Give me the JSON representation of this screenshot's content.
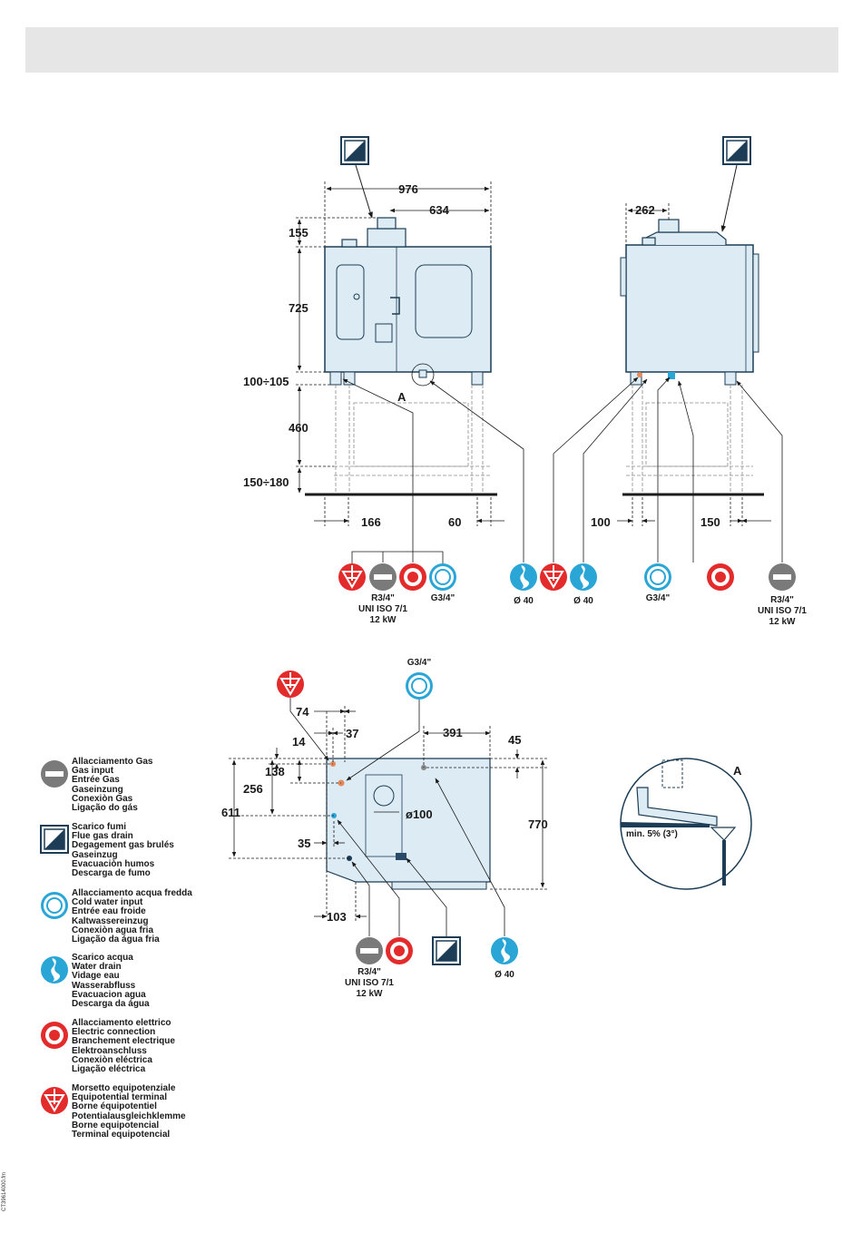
{
  "front_view": {
    "dims": {
      "width": "976",
      "offset_634": "634",
      "h155": "155",
      "h725": "725",
      "h100_105": "100÷105",
      "h460": "460",
      "h150_180": "150÷180",
      "d166": "166",
      "d60": "60"
    },
    "detail_marker": "A",
    "connections": {
      "gas_size": "R3/4\"",
      "gas_std": "UNI ISO 7/1",
      "gas_power": "12 kW",
      "water_size": "G3/4\"",
      "drain_size": "Ø 40"
    }
  },
  "side_view": {
    "dims": {
      "d262": "262",
      "d100": "100",
      "d150": "150"
    },
    "connections": {
      "drain_size": "Ø 40",
      "water_size": "G3/4\"",
      "gas_size": "R3/4\"",
      "gas_std": "UNI ISO 7/1",
      "gas_power": "12 kW"
    }
  },
  "plan_view": {
    "dims": {
      "d74": "74",
      "d37": "37",
      "d391": "391",
      "d45": "45",
      "d14": "14",
      "d138": "138",
      "d256": "256",
      "d611": "611",
      "d35": "35",
      "d103": "103",
      "d770": "770",
      "flue_dia": "ø100"
    },
    "connections": {
      "water_size": "G3/4\"",
      "gas_size": "R3/4\"",
      "gas_std": "UNI ISO 7/1",
      "gas_power": "12 kW",
      "drain_size": "Ø 40"
    }
  },
  "detail_a": {
    "label": "A",
    "slope": "min. 5% (3°)"
  },
  "legend": [
    {
      "icon": "gas-icon",
      "lines": [
        "Allacciamento Gas",
        "Gas input",
        "Entrée Gas",
        "Gaseinzung",
        "Conexiòn Gas",
        "Ligação do gás"
      ]
    },
    {
      "icon": "flue-icon",
      "lines": [
        "Scarico fumi",
        "Flue gas drain",
        "Degagement gas brulés",
        "Gaseinzug",
        "Evacuaciòn humos",
        "Descarga de fumo"
      ]
    },
    {
      "icon": "cold-water-icon",
      "lines": [
        "Allacciamento acqua fredda",
        "Cold water input",
        "Entrée eau froide",
        "Kaltwassereinzug",
        "Conexiòn agua fria",
        "Ligação da água fria"
      ]
    },
    {
      "icon": "water-drain-icon",
      "lines": [
        "Scarico acqua",
        "Water drain",
        "Vidage eau",
        "Wasserabfluss",
        "Evacuacion agua",
        "Descarga da água"
      ]
    },
    {
      "icon": "electric-icon",
      "lines": [
        "Allacciamento elettrico",
        "Electric connection",
        "Branchement electrique",
        "Elektroanschluss",
        "Conexiòn eléctrica",
        "Ligação eléctrica"
      ]
    },
    {
      "icon": "equipotential-icon",
      "lines": [
        "Morsetto equipotenziale",
        "Equipotential terminal",
        "Borne équipotentiel",
        "Potentialausgleichklemme",
        "Borne equipotencial",
        "Terminal equipotencial"
      ]
    }
  ],
  "doc_ref": "CT39614000.fm",
  "colors": {
    "red": "#e32b2b",
    "cyan": "#2aa6d6",
    "grey": "#7a7a7a",
    "navy": "#1c3d55",
    "body": "#dcebf4"
  }
}
